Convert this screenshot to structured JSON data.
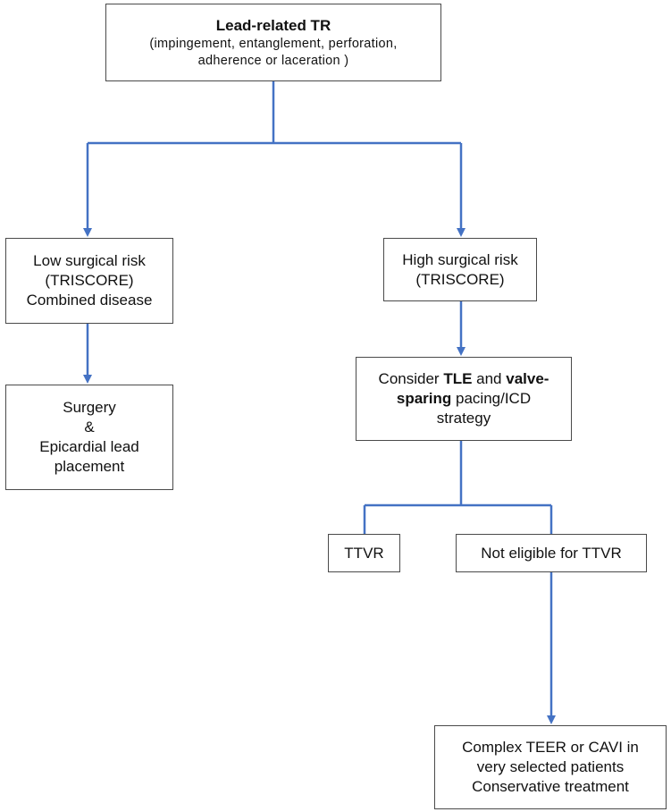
{
  "colors": {
    "arrow": "#4472C4",
    "box_border": "#4a4a4a",
    "text": "#111111"
  },
  "nodes": {
    "lead_related": {
      "title": "Lead-related TR",
      "subtitle_line1": "(impingement, entanglement, perforation,",
      "subtitle_line2": "adherence or laceration )"
    },
    "low_risk": {
      "line1": "Low surgical risk",
      "line2": "(TRISCORE)",
      "line3": "Combined disease"
    },
    "high_risk": {
      "line1": "High surgical risk",
      "line2": "(TRISCORE)"
    },
    "surgery": {
      "line1": "Surgery",
      "line2": "&",
      "line3": "Epicardial lead",
      "line4": "placement"
    },
    "consider": {
      "prefix": "Consider ",
      "tle": "TLE",
      "and": " and ",
      "valve": "valve-",
      "sparing": "sparing",
      "rest": " pacing/ICD",
      "line3": "strategy"
    },
    "ttvr": {
      "label": "TTVR"
    },
    "not_eligible": {
      "label": "Not eligible for TTVR"
    },
    "complex": {
      "line1": "Complex TEER or CAVI in",
      "line2": "very selected patients",
      "line3": "Conservative treatment"
    }
  }
}
